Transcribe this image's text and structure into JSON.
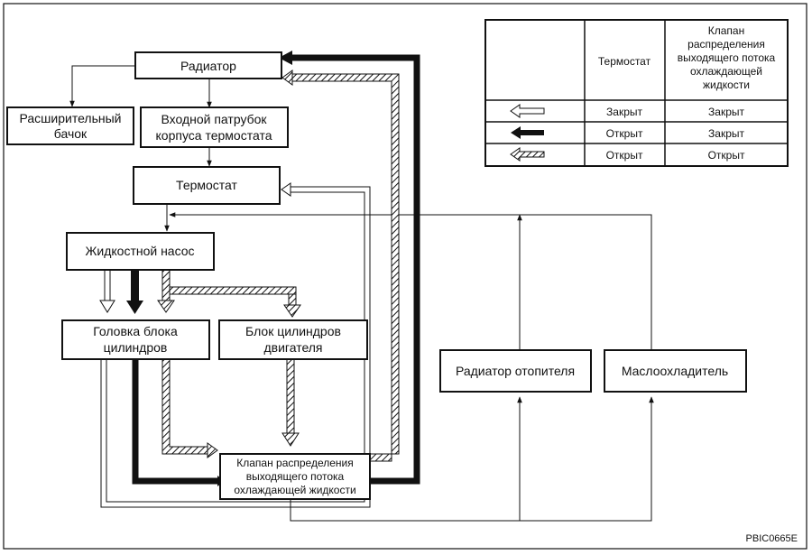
{
  "boxes": {
    "radiator": "Радиатор",
    "reservoir_1": "Расширительный",
    "reservoir_2": "бачок",
    "housing_1": "Входной патрубок",
    "housing_2": "корпуса термостата",
    "thermostat": "Термостат",
    "pump": "Жидкостной насос",
    "head_1": "Головка блока",
    "head_2": "цилиндров",
    "block_1": "Блок цилиндров",
    "block_2": "двигателя",
    "valve_1": "Клапан распределения",
    "valve_2": "выходящего потока",
    "valve_3": "охлаждающей жидкости",
    "heater": "Радиатор отопителя",
    "oil_cooler": "Маслоохладитель"
  },
  "legend": {
    "header_thermostat": "Термостат",
    "header_valve_lines": [
      "Клапан",
      "распределения",
      "выходящего потока",
      "охлаждающей",
      "жидкости"
    ],
    "rows": [
      {
        "arrow": "hollow-arrow",
        "thermostat": "Закрыт",
        "valve": "Закрыт"
      },
      {
        "arrow": "solid-arrow",
        "thermostat": "Открыт",
        "valve": "Закрыт"
      },
      {
        "arrow": "hatched-arrow",
        "thermostat": "Открыт",
        "valve": "Открыт"
      }
    ]
  },
  "figure_code": "PBIC0665E",
  "colors": {
    "line": "#111111",
    "background": "#ffffff"
  }
}
